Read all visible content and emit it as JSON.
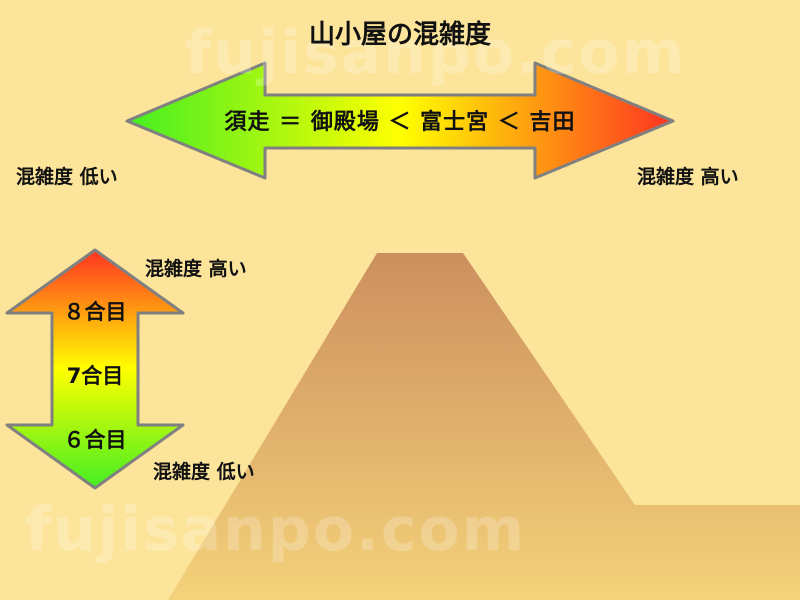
{
  "title": "山小屋の混雑度",
  "route_comparison": "須走 ＝ 御殿場 ＜ 富士宮 ＜ 吉田",
  "horizontal_scale": {
    "low_label": "混雑度  低い",
    "high_label": "混雑度  高い"
  },
  "vertical_scale": {
    "high_label": "混雑度  高い",
    "low_label": "混雑度  低い",
    "stations": [
      "８合目",
      "7合目",
      "６合目"
    ]
  },
  "watermark": "fujisanpo.com",
  "colors": {
    "background": "#fce59b",
    "low": "#44ee22",
    "mid": "#ffff00",
    "high": "#ff3322",
    "mountain_top": "#cc8f5e",
    "mountain_base": "#f4d27a",
    "lake": "#22e4f0",
    "arrow_outline": "#808080"
  }
}
